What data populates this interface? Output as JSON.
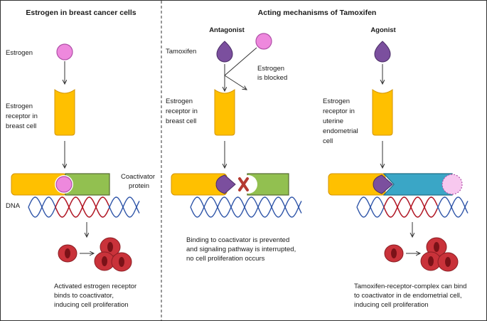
{
  "colors": {
    "frame": "#333333",
    "estrogen_fill": "#ee88dd",
    "estrogen_stroke": "#b050a8",
    "estrogen_pale": "#f7c8ef",
    "tamoxifen_fill": "#7b4f9e",
    "tamoxifen_stroke": "#4a2d66",
    "receptor_fill": "#ffc000",
    "receptor_stroke": "#d49400",
    "coactivator_fill": "#92c050",
    "coactivator_stroke": "#556b2f",
    "complex_fill": "#3aa6c6",
    "complex_stroke": "#1f6f88",
    "dna_blue": "#2f55a8",
    "dna_red": "#c0181f",
    "cell_fill": "#c9323a",
    "cell_stroke": "#8a1d23",
    "cell_nucleus": "#7a1218",
    "block_x": "#b53a32"
  },
  "left_panel": {
    "title": "Estrogen in breast cancer cells",
    "estrogen_label": "Estrogen",
    "receptor_label": [
      "Estrogen",
      "receptor in",
      "breast cell"
    ],
    "coactivator_label": [
      "Coactivator",
      "protein"
    ],
    "dna_label": "DNA",
    "result_label": [
      "Activated estrogen receptor",
      "binds to coactivator,",
      "inducing cell proliferation"
    ]
  },
  "right_panel": {
    "title": "Acting mechanisms of Tamoxifen",
    "antagonist": {
      "title": "Antagonist",
      "tamoxifen_label": "Tamoxifen",
      "blocked_label": [
        "Estrogen",
        "is blocked"
      ],
      "receptor_label": [
        "Estrogen",
        "receptor in",
        "breast cell"
      ],
      "result_label": [
        "Binding to coactivator is prevented",
        "and signaling pathway is interrupted,",
        "no cell proliferation occurs"
      ]
    },
    "agonist": {
      "title": "Agonist",
      "receptor_label": [
        "Estrogen",
        "receptor in",
        "uterine",
        "endometrial",
        "cell"
      ],
      "result_label": [
        "Tamoxifen-receptor-complex can bind",
        "to coactivator in de endometrial cell,",
        "inducing cell proliferation"
      ]
    }
  }
}
